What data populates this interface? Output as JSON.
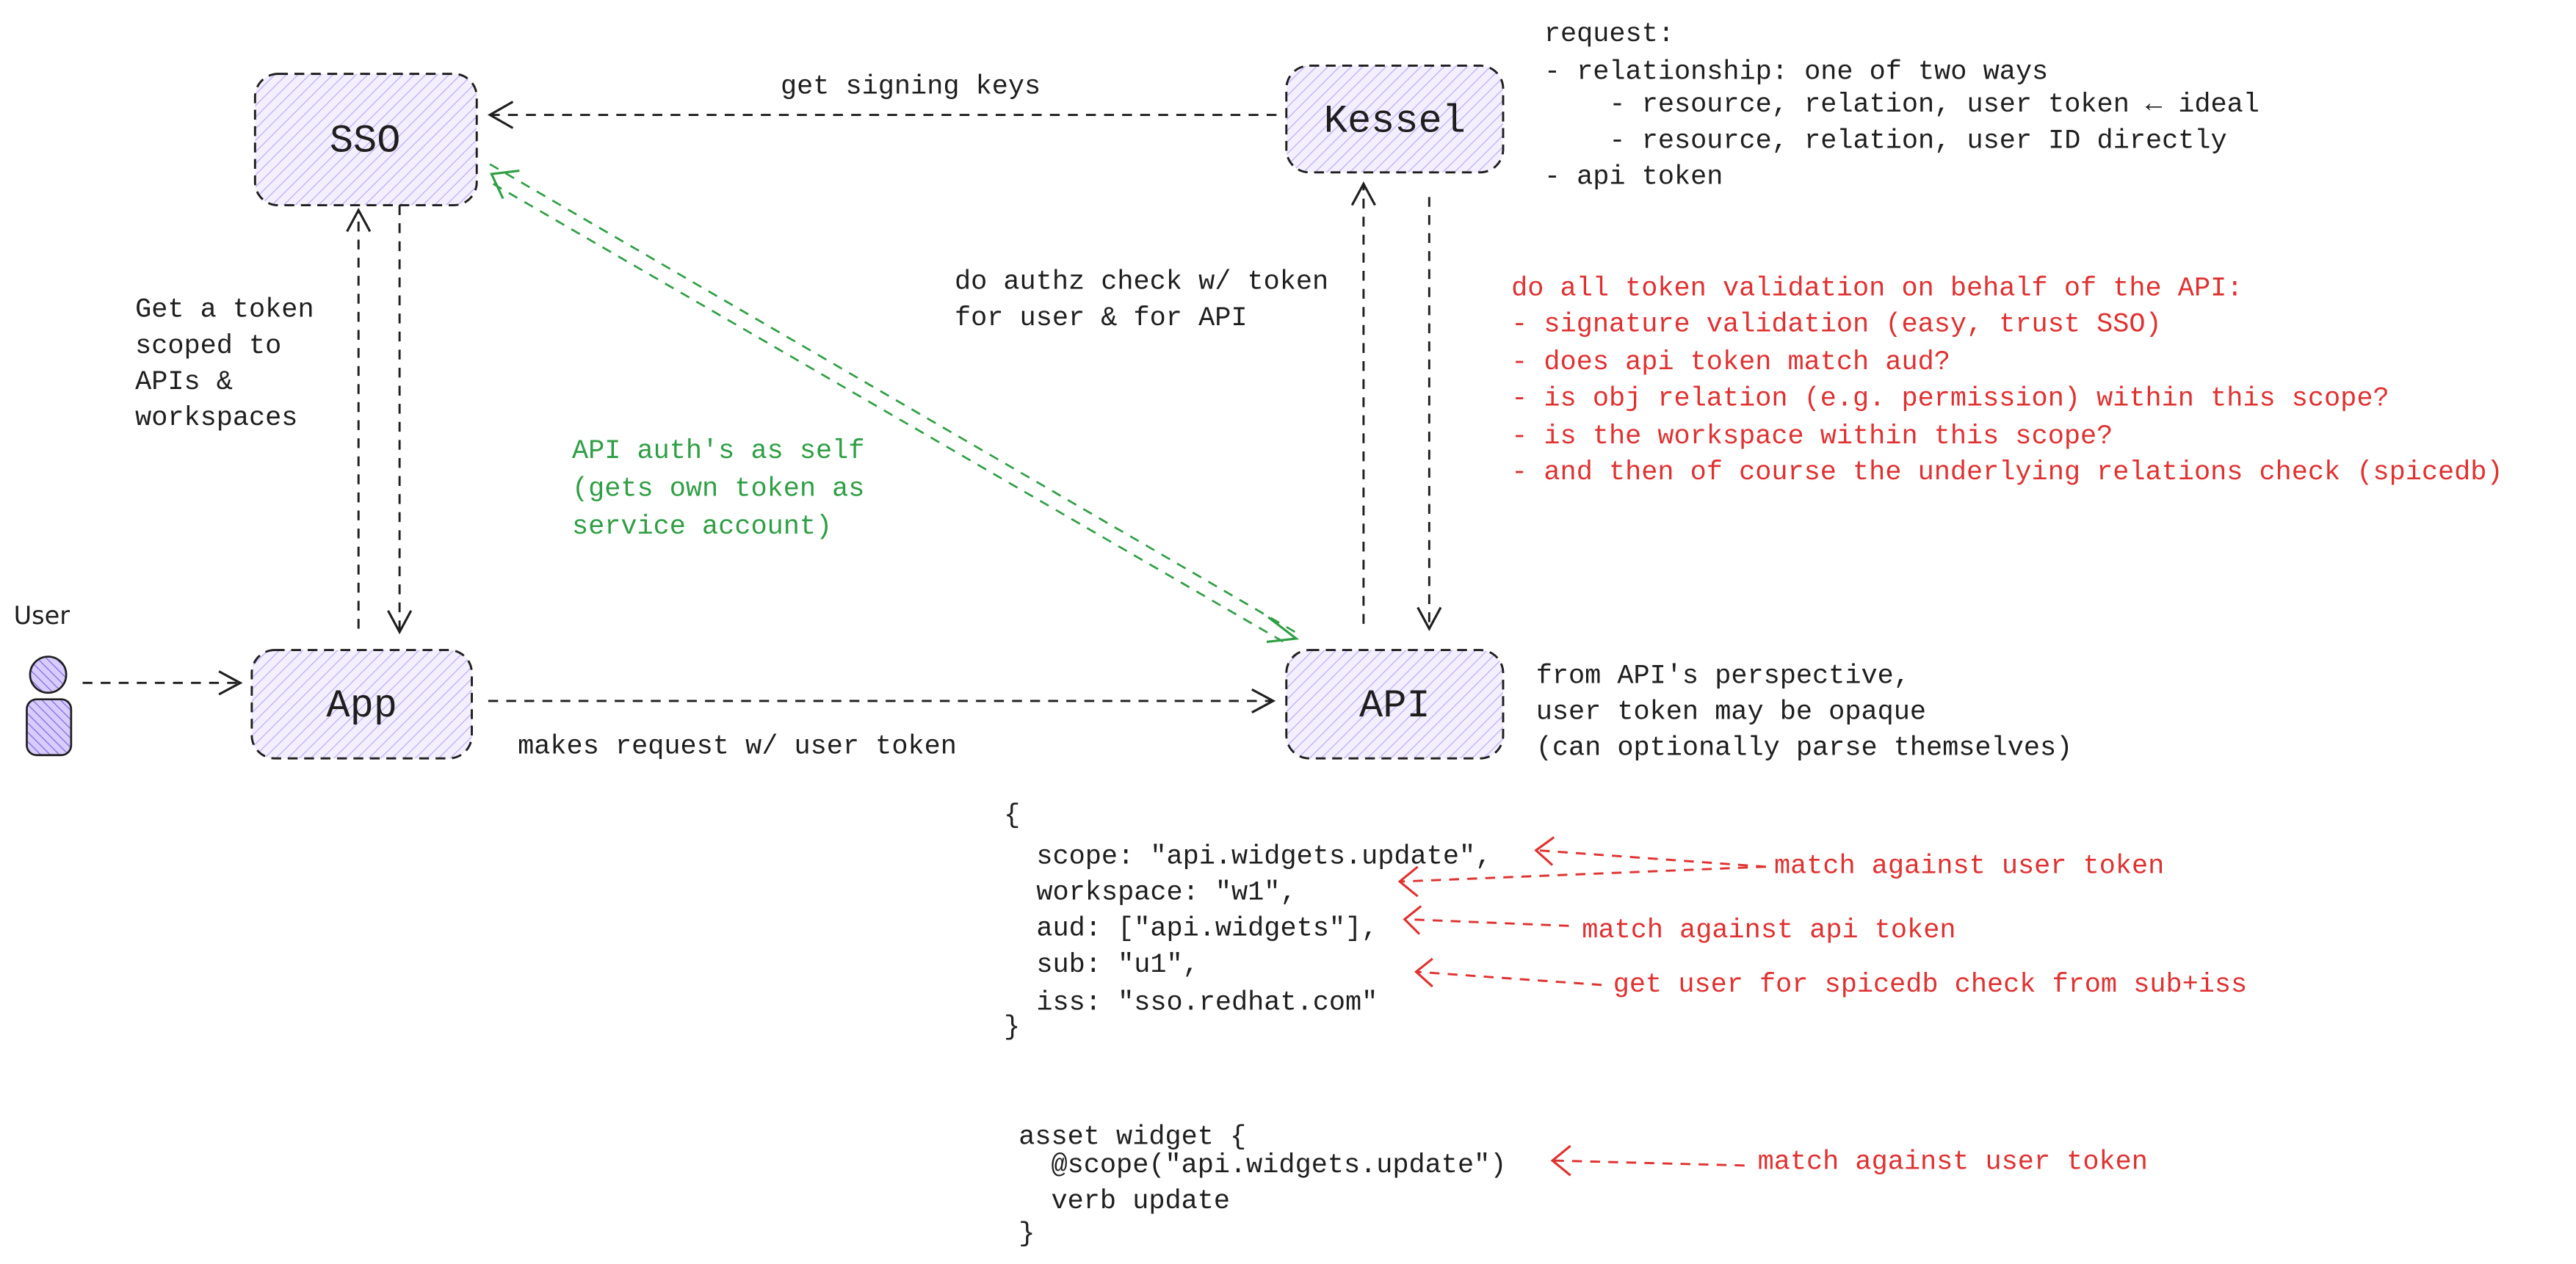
{
  "colors": {
    "ink": "#1e1e1e",
    "red": "#e03131",
    "green": "#2f9e44",
    "node_fill": "#d0bfff"
  },
  "nodes": {
    "sso": "SSO",
    "kessel": "Kessel",
    "app": "App",
    "api": "API",
    "user": "User"
  },
  "edges": {
    "kessel_sso": "get signing keys",
    "app_sso": [
      "Get a token",
      "scoped to",
      "APIs &",
      "workspaces"
    ],
    "api_sso": [
      "API auth's as self",
      "(gets own token as",
      "service account)"
    ],
    "api_kessel": [
      "do authz check w/ token",
      "for user & for API"
    ],
    "app_api": "makes request w/ user token"
  },
  "request_note": [
    "request:",
    "- relationship: one of two ways",
    "    - resource, relation, user token ← ideal",
    "    - resource, relation, user ID directly",
    "- api token"
  ],
  "validation_note": [
    "do all token validation on behalf of the API:",
    "- signature validation (easy, trust SSO)",
    "- does api token match aud?",
    "- is obj relation (e.g. permission) within this scope?",
    "- is the workspace within this scope?",
    "- and then of course the underlying relations check (spicedb)"
  ],
  "api_note": [
    "from API's perspective,",
    "user token may be opaque",
    "(can optionally parse themselves)"
  ],
  "token_code": [
    "{",
    "  scope: \"api.widgets.update\",",
    "  workspace: \"w1\",",
    "  aud: [\"api.widgets\"],",
    "  sub: \"u1\",",
    "  iss: \"sso.redhat.com\"",
    "}"
  ],
  "token_annotations": [
    "match against user token",
    "match against api token",
    "get user for spicedb check from sub+iss"
  ],
  "asset_code": [
    "asset widget {",
    "  @scope(\"api.widgets.update\")",
    "  verb update",
    "}"
  ],
  "asset_annotation": "match against user token"
}
